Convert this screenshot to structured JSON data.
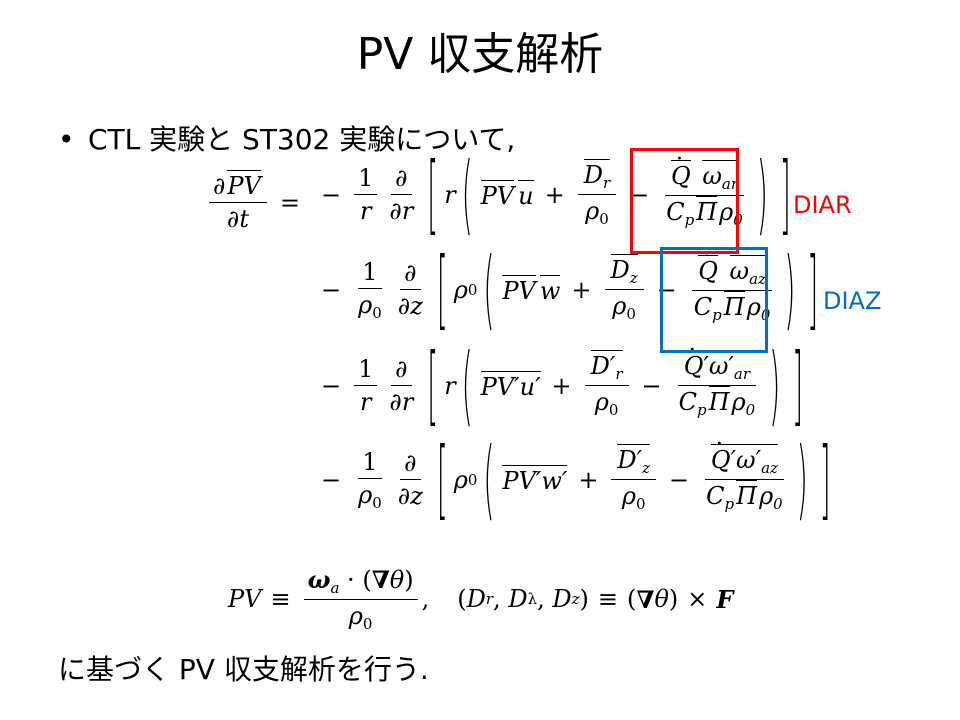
{
  "title": "PV 収支解析",
  "bullet": "CTL 実験と ST302 実験について,",
  "bullet_marker": "•",
  "conclusion": "に基づく PV 収支解析を行う.",
  "labels": {
    "diar": "DIAR",
    "diaz": "DIAZ"
  },
  "colors": {
    "diar": "#FF0000",
    "diaz": "#0070C0"
  },
  "eq": {
    "sym": {
      "partial": "∂",
      "PV": "PV",
      "t": "t",
      "r": "r",
      "z": "z",
      "u": "u",
      "w": "w",
      "one": "1",
      "rho": "ρ",
      "zero": "0",
      "D": "D",
      "Q": "Q",
      "omega": "ω",
      "C": "C",
      "p": "p",
      "Pi": "Π",
      "minus": "−",
      "plus": "+",
      "equals": "=",
      "ar": "ar",
      "az": "az",
      "prime": "′",
      "equiv": "≡",
      "theta": "θ",
      "nabla": "∇",
      "lambda": "λ",
      "a": "a",
      "F": "F",
      "times": "×",
      "cdot": "·",
      "comma": ",",
      "lparen": "(",
      "rparen": ")",
      "lbrack": "[",
      "rbrack": "]"
    }
  }
}
